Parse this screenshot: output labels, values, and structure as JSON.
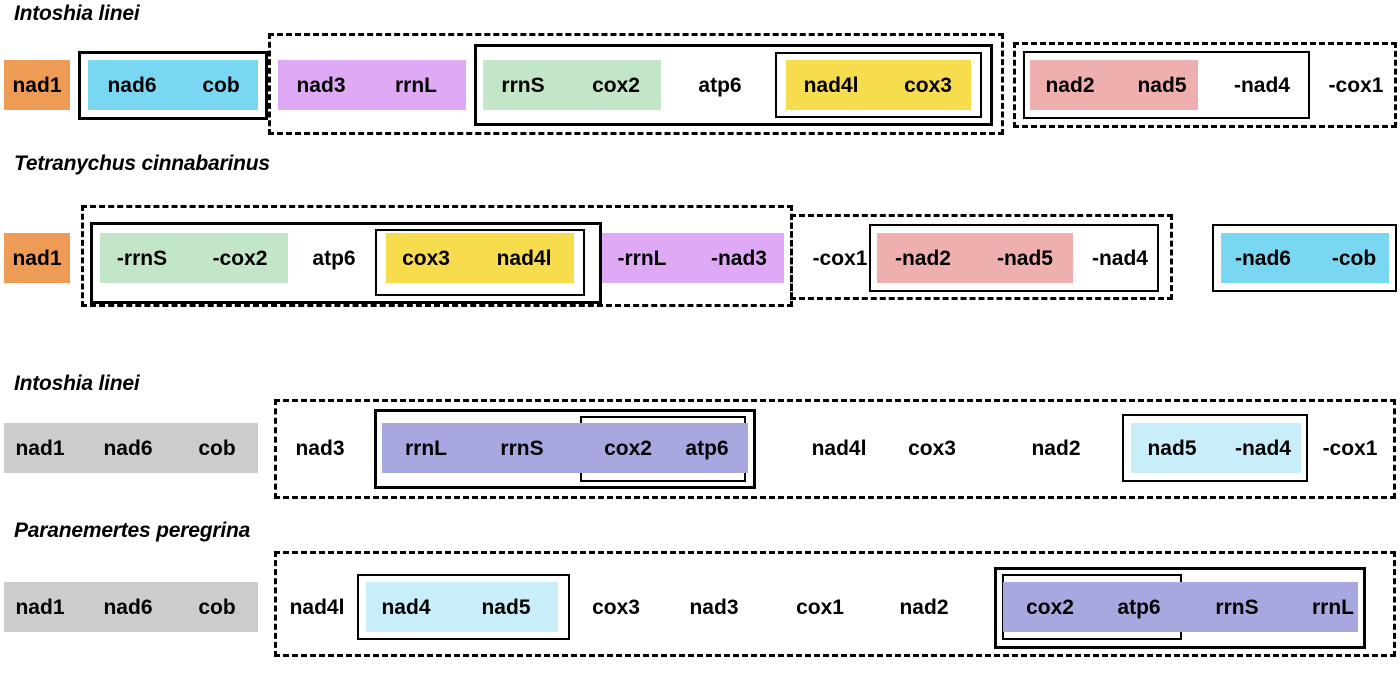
{
  "figure": {
    "type": "gene-order-rearrangement-diagram",
    "description": "Mitochondrial gene order comparison between species pairs. Coloured bands mark shared gene blocks; solid and dashed rectangles mark conserved / rearranged clusters. A leading minus sign indicates the gene is encoded on the opposite strand."
  },
  "colors": {
    "orange": "#EE9C55",
    "cyan": "#79D7F2",
    "magenta": "#E0A9F5",
    "green": "#C3E6C8",
    "yellow": "#F7DC4E",
    "pink": "#F0AFAF",
    "violet": "#A8A8E0",
    "light_blue": "#C8EEFA",
    "gray": "#CCCCCC",
    "outline": "#000000",
    "background": "#FFFFFF"
  },
  "comparisons": [
    {
      "id": "comparison-1",
      "species": [
        {
          "id": "row-1",
          "name": "Intoshia linei"
        },
        {
          "id": "row-2",
          "name": "Tetranychus cinnabarinus"
        }
      ]
    },
    {
      "id": "comparison-2",
      "species": [
        {
          "id": "row-3",
          "name": "Intoshia linei"
        },
        {
          "id": "row-4",
          "name": "Paranemertes peregrina"
        }
      ]
    }
  ],
  "rows": [
    {
      "id": "row-1",
      "species_name": "Intoshia linei",
      "genes": [
        {
          "label": "nad1",
          "color": "orange"
        },
        {
          "label": "nad6",
          "color": "cyan"
        },
        {
          "label": "cob",
          "color": "cyan"
        },
        {
          "label": "nad3",
          "color": "magenta"
        },
        {
          "label": "rrnL",
          "color": "magenta"
        },
        {
          "label": "rrnS",
          "color": "green"
        },
        {
          "label": "cox2",
          "color": "green"
        },
        {
          "label": "atp6",
          "color": "none"
        },
        {
          "label": "nad4l",
          "color": "yellow"
        },
        {
          "label": "cox3",
          "color": "yellow"
        },
        {
          "label": "nad2",
          "color": "pink"
        },
        {
          "label": "nad5",
          "color": "pink"
        },
        {
          "label": "-nad4",
          "color": "none"
        },
        {
          "label": "-cox1",
          "color": "none"
        }
      ]
    },
    {
      "id": "row-2",
      "species_name": "Tetranychus cinnabarinus",
      "genes": [
        {
          "label": "nad1",
          "color": "orange"
        },
        {
          "label": "-rrnS",
          "color": "green"
        },
        {
          "label": "-cox2",
          "color": "green"
        },
        {
          "label": "atp6",
          "color": "none"
        },
        {
          "label": "cox3",
          "color": "yellow"
        },
        {
          "label": "nad4l",
          "color": "yellow"
        },
        {
          "label": "-rrnL",
          "color": "magenta"
        },
        {
          "label": "-nad3",
          "color": "magenta"
        },
        {
          "label": "-cox1",
          "color": "none"
        },
        {
          "label": "-nad2",
          "color": "pink"
        },
        {
          "label": "-nad5",
          "color": "pink"
        },
        {
          "label": "-nad4",
          "color": "none"
        },
        {
          "label": "-nad6",
          "color": "cyan"
        },
        {
          "label": "-cob",
          "color": "cyan"
        }
      ]
    },
    {
      "id": "row-3",
      "species_name": "Intoshia linei",
      "genes": [
        {
          "label": "nad1",
          "color": "gray"
        },
        {
          "label": "nad6",
          "color": "gray"
        },
        {
          "label": "cob",
          "color": "gray"
        },
        {
          "label": "nad3",
          "color": "none"
        },
        {
          "label": "rrnL",
          "color": "violet"
        },
        {
          "label": "rrnS",
          "color": "violet"
        },
        {
          "label": "cox2",
          "color": "violet"
        },
        {
          "label": "atp6",
          "color": "violet"
        },
        {
          "label": "nad4l",
          "color": "none"
        },
        {
          "label": "cox3",
          "color": "none"
        },
        {
          "label": "nad2",
          "color": "none"
        },
        {
          "label": "nad5",
          "color": "light_blue"
        },
        {
          "label": "-nad4",
          "color": "light_blue"
        },
        {
          "label": "-cox1",
          "color": "none"
        }
      ]
    },
    {
      "id": "row-4",
      "species_name": "Paranemertes peregrina",
      "genes": [
        {
          "label": "nad1",
          "color": "gray"
        },
        {
          "label": "nad6",
          "color": "gray"
        },
        {
          "label": "cob",
          "color": "gray"
        },
        {
          "label": "nad4l",
          "color": "none"
        },
        {
          "label": "nad4",
          "color": "light_blue"
        },
        {
          "label": "nad5",
          "color": "light_blue"
        },
        {
          "label": "cox3",
          "color": "none"
        },
        {
          "label": "nad3",
          "color": "none"
        },
        {
          "label": "cox1",
          "color": "none"
        },
        {
          "label": "nad2",
          "color": "none"
        },
        {
          "label": "cox2",
          "color": "violet"
        },
        {
          "label": "atp6",
          "color": "violet"
        },
        {
          "label": "rrnS",
          "color": "violet"
        },
        {
          "label": "rrnL",
          "color": "violet"
        }
      ]
    }
  ]
}
